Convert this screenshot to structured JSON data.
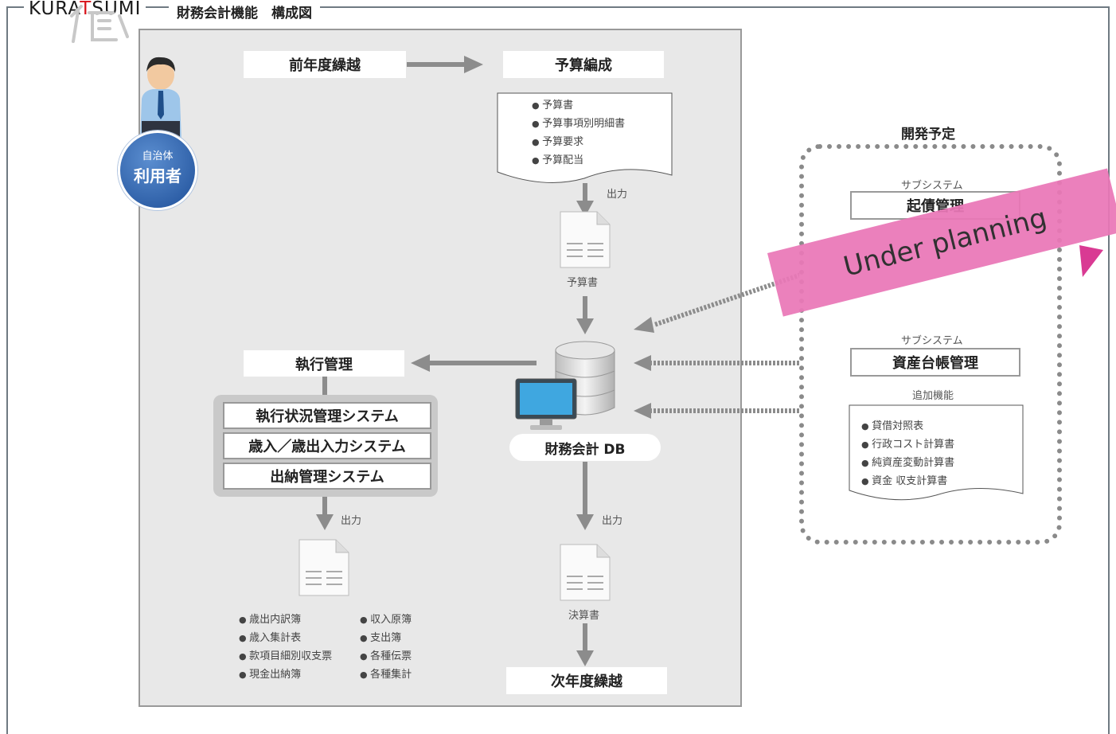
{
  "header": {
    "brand_pre": "KURA",
    "brand_t": "T",
    "brand_post": "SUMI",
    "title": "財務会計機能　構成図"
  },
  "user": {
    "line1": "自治体",
    "line2": "利用者"
  },
  "flow": {
    "prev_year": "前年度繰越",
    "budget": "予算編成",
    "budget_items": [
      "予算書",
      "予算事項別明細書",
      "予算要求",
      "予算配当"
    ],
    "output_label": "出力",
    "budget_doc": "予算書",
    "execution": "執行管理",
    "subsystems": [
      "執行状況管理システム",
      "歳入／歳出入力システム",
      "出納管理システム"
    ],
    "exec_items_left": [
      "歳出内訳簿",
      "歳入集計表",
      "款項目細別収支票",
      "現金出納簿"
    ],
    "exec_items_right": [
      "収入原簿",
      "支出簿",
      "各種伝票",
      "各種集計"
    ],
    "db": "財務会計 DB",
    "settlement_doc": "決算書",
    "next_year": "次年度繰越"
  },
  "planned": {
    "title": "開発予定",
    "subsystem_label": "サブシステム",
    "bond_mgmt": "起債管理",
    "asset_mgmt": "資産台帳管理",
    "added_label": "追加機能",
    "added_items": [
      "貸借対照表",
      "行政コスト計算書",
      "純資産変動計算書",
      "資金 収支計算書"
    ]
  },
  "ribbon": "Under planning",
  "colors": {
    "frame": "#6f7a82",
    "panel": "#e8e8e8",
    "arrow": "#8c8c8c",
    "badge": "#2f68b5",
    "ribbon": "#ea77b7",
    "brand_accent": "#d8131b"
  }
}
